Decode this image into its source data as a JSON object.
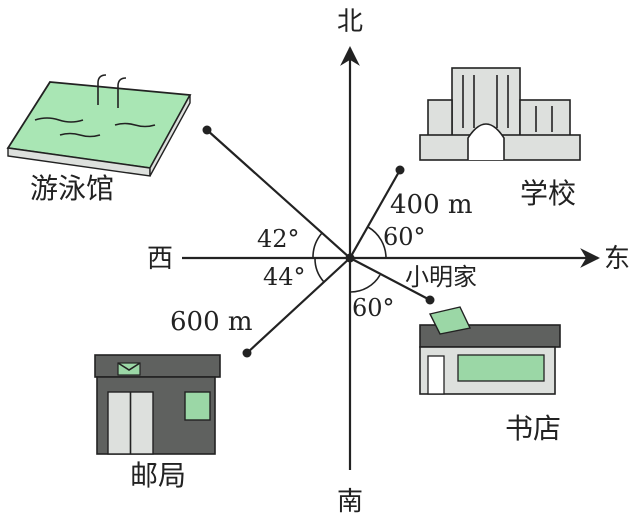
{
  "directions": {
    "north": "北",
    "south": "南",
    "east": "东",
    "west": "西"
  },
  "places": {
    "pool": "游泳馆",
    "school": "学校",
    "post_office": "邮局",
    "bookstore": "书店",
    "home": "小明家"
  },
  "angles": {
    "pool": "42°",
    "school": "60°",
    "post_office": "44°",
    "bookstore": "60°"
  },
  "distances": {
    "school": "400 m",
    "post_office": "600 m"
  },
  "colors": {
    "ink": "#222222",
    "water": "#a9e6b4",
    "building": "#dde0dd",
    "dark_building": "#5f615f",
    "window_green": "#9bd7a6"
  }
}
